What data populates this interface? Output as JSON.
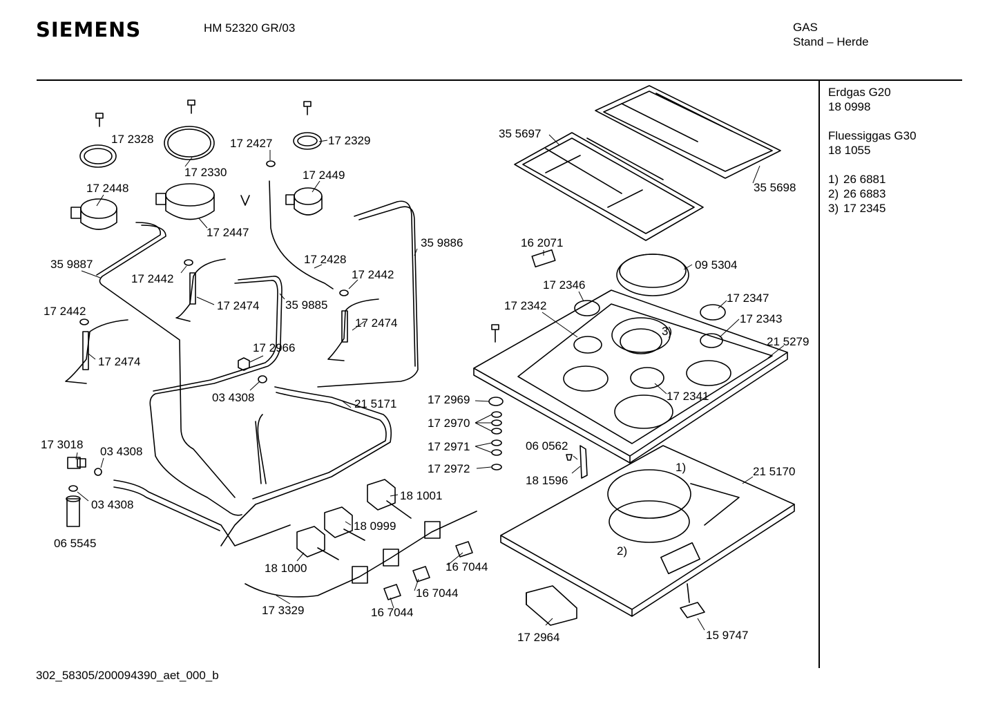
{
  "header": {
    "brand": "SIEMENS",
    "model": "HM 52320 GR/03",
    "category": "GAS",
    "subcategory": "Stand – Herde"
  },
  "sidebar": {
    "gas1_name": "Erdgas G20",
    "gas1_code": "18 0998",
    "gas2_name": "Fluessiggas G30",
    "gas2_code": "18 1055",
    "notes": [
      {
        "n": "1)",
        "code": "26 6881"
      },
      {
        "n": "2)",
        "code": "26 6883"
      },
      {
        "n": "3)",
        "code": "17 2345"
      }
    ]
  },
  "footer": {
    "doc_id": "302_58305/200094390_aet_000_b"
  },
  "diagram": {
    "labels": [
      "17 2328",
      "17 2330",
      "17 2427",
      "17 2329",
      "17 2448",
      "17 2449",
      "17 2447",
      "35 9887",
      "17 2442",
      "17 2474",
      "17 2428",
      "17 2442",
      "35 9885",
      "35 9886",
      "17 2442",
      "17 2474",
      "17 2474",
      "17 2966",
      "03 4308",
      "21 5171",
      "17 3018",
      "03 4308",
      "03 4308",
      "06 5545",
      "18 1001",
      "18 0999",
      "18 1000",
      "16 7044",
      "16 7044",
      "16 7044",
      "17 3329",
      "35 5697",
      "35 5698",
      "16 2071",
      "09 5304",
      "17 2346",
      "17 2347",
      "17 2342",
      "17 2343",
      "3)",
      "21 5279",
      "17 2341",
      "17 2969",
      "17 2970",
      "17 2971",
      "17 2972",
      "06 0562",
      "18 1596",
      "1)",
      "21 5170",
      "2)",
      "17 2964",
      "15 9747"
    ]
  }
}
